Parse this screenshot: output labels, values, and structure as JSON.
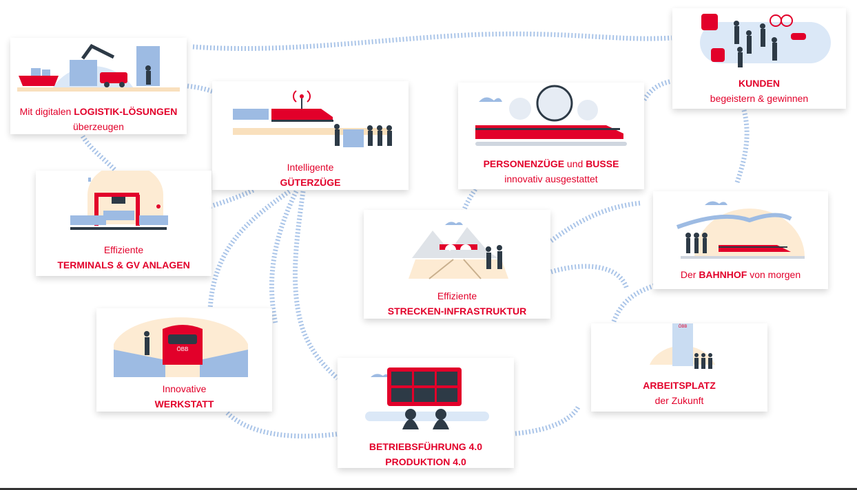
{
  "colors": {
    "brand_red": "#e2002a",
    "track_blue": "#a9c4e8",
    "illustration_blue": "#9dbbe3",
    "illustration_dark": "#2d3a46",
    "sand": "#f9e0bd"
  },
  "cards": [
    {
      "id": "logistik",
      "line1_pre": "Mit digitalen ",
      "line1_bold": "LOGISTIK-LÖSUNGEN",
      "line2": "überzeugen"
    },
    {
      "id": "gueterzuege",
      "line1": "Intelligente",
      "line2_bold": "GÜTERZÜGE"
    },
    {
      "id": "personenzuege",
      "line1_bold_a": "PERSONENZÜGE",
      "line1_mid": " und ",
      "line1_bold_b": "BUSSE",
      "line2": "innovativ ausgestattet"
    },
    {
      "id": "kunden",
      "line1_bold": "KUNDEN",
      "line2": "begeistern & gewinnen"
    },
    {
      "id": "terminals",
      "line1": "Effiziente",
      "line2_bold": "TERMINALS & GV ANLAGEN"
    },
    {
      "id": "strecken",
      "line1": "Effiziente",
      "line2_bold": "STRECKEN-INFRASTRUKTUR"
    },
    {
      "id": "bahnhof",
      "line1_pre": "Der ",
      "line1_bold": "BAHNHOF",
      "line1_post": " von morgen"
    },
    {
      "id": "werkstatt",
      "line1": "Innovative",
      "line2_bold": "WERKSTATT"
    },
    {
      "id": "betrieb",
      "line1_bold": "BETRIEBSFÜHRUNG 4.0",
      "line2_bold": "PRODUKTION 4.0"
    },
    {
      "id": "arbeitsplatz",
      "line1_bold": "ARBEITSPLATZ",
      "line2": "der Zukunft"
    }
  ],
  "logos": {
    "train_logo": "ÖBB",
    "tower_logo": "ÖBB"
  }
}
